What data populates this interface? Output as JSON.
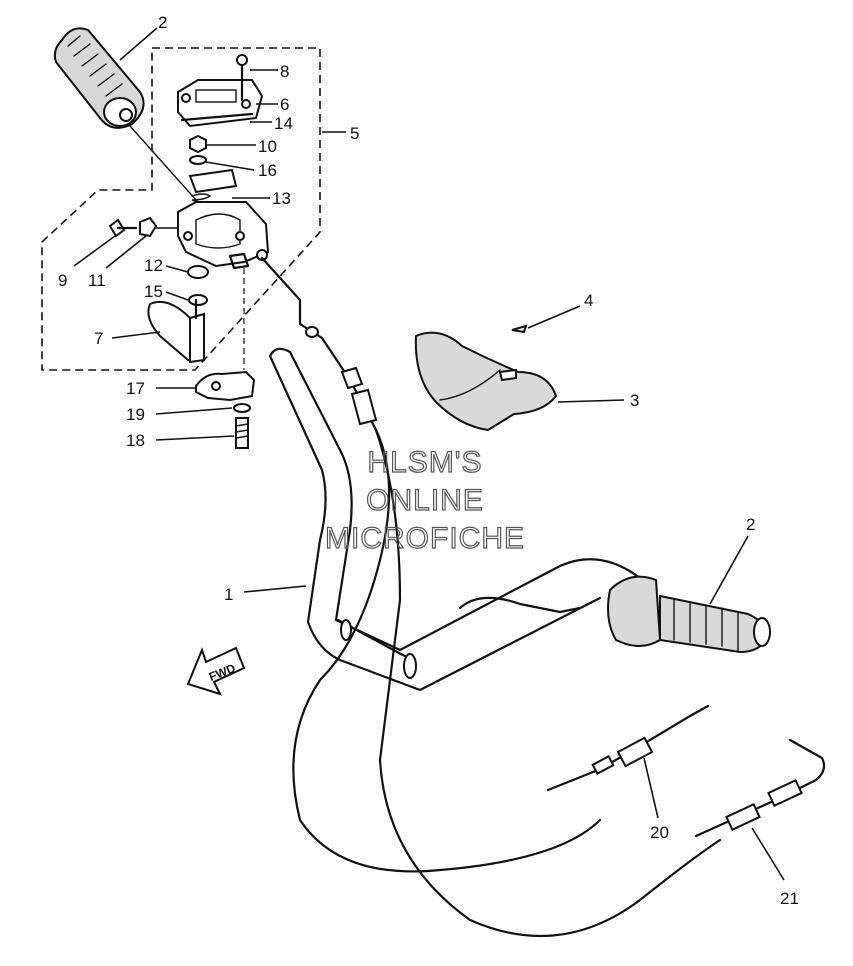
{
  "diagram": {
    "watermark": [
      "HLSM'S",
      "ONLINE",
      "MICROFICHE"
    ],
    "direction_label": "FWD",
    "callouts": {
      "c1": "1",
      "c2a": "2",
      "c2b": "2",
      "c3": "3",
      "c4": "4",
      "c5": "5",
      "c6": "6",
      "c7": "7",
      "c8": "8",
      "c9": "9",
      "c10": "10",
      "c11": "11",
      "c12": "12",
      "c13": "13",
      "c14": "14",
      "c15": "15",
      "c16": "16",
      "c17": "17",
      "c18": "18",
      "c19": "19",
      "c20": "20",
      "c21": "21"
    }
  }
}
